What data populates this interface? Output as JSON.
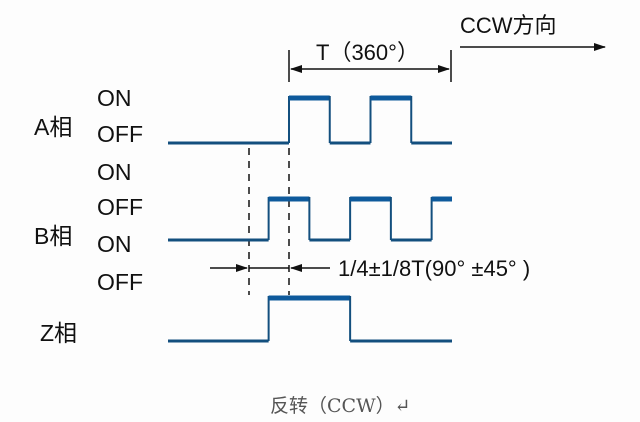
{
  "diagram": {
    "type": "timing-diagram",
    "direction_label": "CCW方向",
    "period_label": "T（360°）",
    "phase_offset_label": "1/4±1/8T(90°  ±45°  )",
    "caption": "反转（CCW）↵",
    "colors": {
      "signal": "#0e5a9c",
      "signal_edge": "#134f7e",
      "annotation": "#111111"
    },
    "time_unit": "quarter-period",
    "time_range": [
      -3,
      5.5
    ],
    "channels": [
      {
        "name": "A相",
        "state_labels": [
          "ON",
          "OFF"
        ],
        "transitions": [
          [
            0,
            1
          ],
          [
            1,
            0
          ],
          [
            2,
            1
          ],
          [
            3,
            0
          ]
        ],
        "initial": 0,
        "end": 4.0
      },
      {
        "name": "B相",
        "state_labels": [
          "ON",
          "OFF",
          "ON",
          "OFF"
        ],
        "transitions": [
          [
            -0.5,
            1
          ],
          [
            0.5,
            0
          ],
          [
            1.5,
            1
          ],
          [
            2.5,
            0
          ],
          [
            3.5,
            1
          ]
        ],
        "initial": 0,
        "end": 4.0
      },
      {
        "name": "Z相",
        "state_labels": [],
        "transitions": [
          [
            -0.5,
            1
          ],
          [
            1.5,
            0
          ]
        ],
        "initial": 0,
        "end": 4.0
      }
    ]
  }
}
